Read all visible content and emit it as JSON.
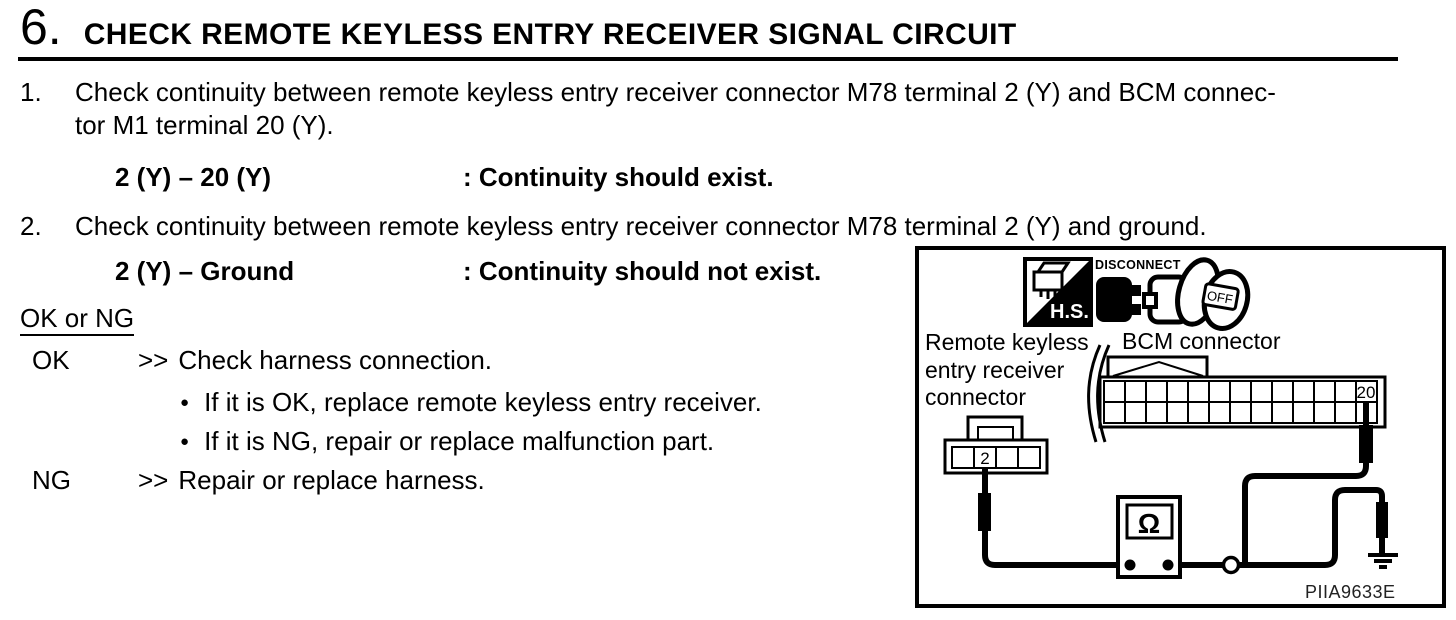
{
  "header": {
    "number": "6.",
    "title": "CHECK REMOTE KEYLESS ENTRY RECEIVER SIGNAL CIRCUIT"
  },
  "steps": [
    {
      "number": "1.",
      "text_line1": "Check continuity between remote keyless entry receiver connector M78 terminal 2 (Y) and BCM connec-",
      "text_line2": "tor M1 terminal 20 (Y).",
      "spec_terminals": "2 (Y) – 20 (Y)",
      "spec_result": ": Continuity should exist."
    },
    {
      "number": "2.",
      "text_line1": "Check continuity between remote keyless entry receiver connector M78 terminal 2 (Y) and ground.",
      "text_line2": "",
      "spec_terminals": "2 (Y) – Ground",
      "spec_result": ": Continuity should not exist."
    }
  ],
  "results": {
    "heading": "OK or NG",
    "ok_label": "OK",
    "ng_label": "NG",
    "arrow": ">>",
    "ok_action": "Check harness connection.",
    "ok_sub1": "If it is OK, replace remote keyless entry receiver.",
    "ok_sub2": "If it is NG, repair or replace malfunction part.",
    "ng_action": "Repair or replace harness.",
    "bullet": "●"
  },
  "figure": {
    "hs_icon_label": "H.S.",
    "disconnect_icon_label": "DISCONNECT",
    "key_off_label": "OFF",
    "receiver_label_line1": "Remote keyless",
    "receiver_label_line2": "entry receiver",
    "receiver_label_line3": "connector",
    "bcm_label": "BCM connector",
    "receiver_terminal": "2",
    "bcm_terminal": "20",
    "ohmmeter_symbol": "Ω",
    "id_label": "PIIA9633E"
  },
  "colors": {
    "ink": "#000000",
    "background": "#ffffff"
  }
}
